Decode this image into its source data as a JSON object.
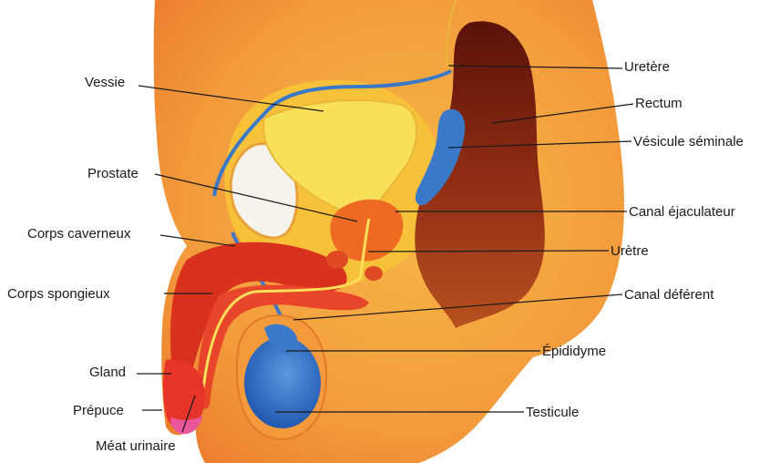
{
  "labels": {
    "vessie": "Vessie",
    "prostate": "Prostate",
    "corps_caverneux": "Corps caverneux",
    "corps_spongieux": "Corps spongieux",
    "gland": "Gland",
    "prepuce": "Prépuce",
    "meat_urinaire": "Méat urinaire",
    "uretere": "Uretère",
    "rectum": "Rectum",
    "vesicule_seminale": "Vésicule séminale",
    "canal_ejaculateur": "Canal éjaculateur",
    "uretre": "Urètre",
    "canal_deferent": "Canal déférent",
    "epididyme": "Épididyme",
    "testicule": "Testicule"
  },
  "colors": {
    "body_orange": "#f29a3c",
    "body_light": "#f7b347",
    "pelvis_yellow": "#f8c838",
    "bladder_yellow": "#f9e05a",
    "rectum_dark": "#6a1c10",
    "rectum_mid": "#a63a1c",
    "erectile_red": "#d8321e",
    "prostate_orange": "#ec6a22",
    "duct_blue": "#3a78c8",
    "testis_blue": "#2f6ec4",
    "glans_red": "#e6342a",
    "pink": "#e9579a"
  }
}
